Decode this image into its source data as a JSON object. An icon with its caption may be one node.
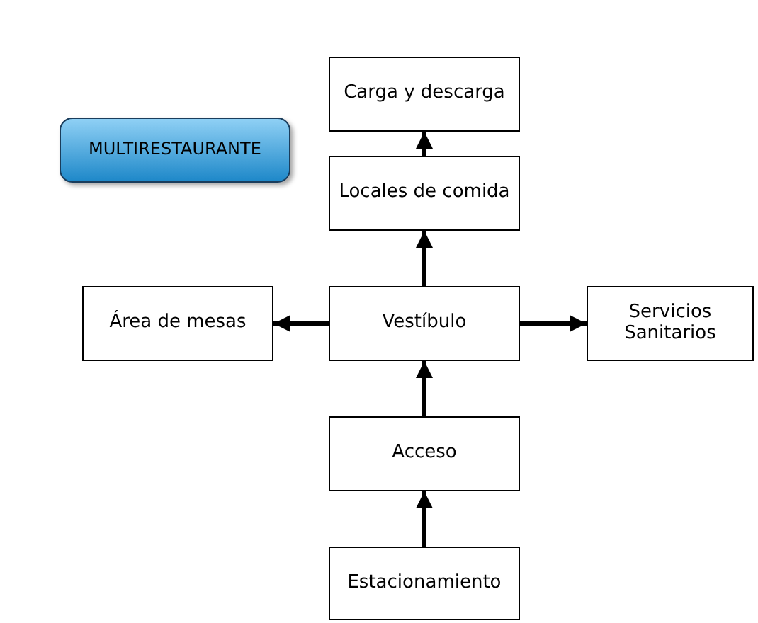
{
  "diagram": {
    "nodes": [
      {
        "text": [
          "Carga y descarga"
        ]
      },
      {
        "text": [
          "MULTIRESTAURANTE"
        ]
      },
      {
        "text": [
          "Locales de comida"
        ]
      },
      {
        "text": [
          "Área de mesas"
        ]
      },
      {
        "text": [
          "Vestíbulo"
        ]
      },
      {
        "text": [
          "Servicios Sanitarios"
        ]
      },
      {
        "text": [
          "Acceso"
        ]
      },
      {
        "text": [
          "Estacionamiento"
        ]
      }
    ],
    "edges": [
      {
        "from": 2,
        "to": 0,
        "arrow": "to"
      },
      {
        "from": 4,
        "to": 2,
        "arrow": "to"
      },
      {
        "from": 4,
        "to": 3,
        "arrow": "to"
      },
      {
        "from": 4,
        "to": 5,
        "arrow": "to"
      },
      {
        "from": 6,
        "to": 4,
        "arrow": "to"
      },
      {
        "from": 7,
        "to": 6,
        "arrow": "to"
      }
    ]
  }
}
